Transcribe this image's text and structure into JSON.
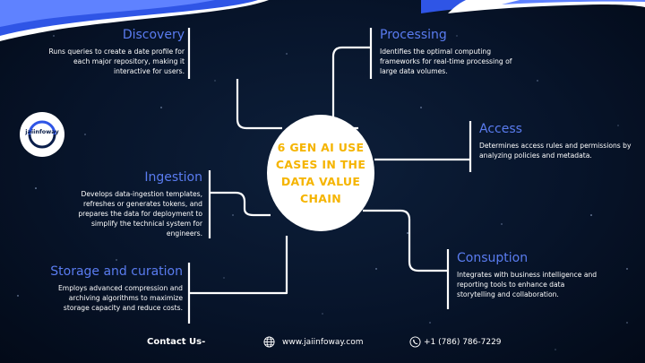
{
  "logo": {
    "text": "jaiinfoway"
  },
  "center": {
    "title": "6 GEN AI USE CASES IN THE DATA VALUE CHAIN"
  },
  "use_cases": {
    "discovery": {
      "title": "Discovery",
      "description": "Runs queries to create a date profile for each major repository, making it interactive for users."
    },
    "processing": {
      "title": "Processing",
      "description": "Identifies the optimal computing frameworks for real-time processing of large data volumes."
    },
    "access": {
      "title": "Access",
      "description": "Determines access rules and permissions by analyzing policies and metadata."
    },
    "ingestion": {
      "title": "Ingestion",
      "description": "Develops data-ingestion templates, refreshes or generates tokens, and prepares the data for deployment to simplify the technical system for engineers."
    },
    "consuption": {
      "title": "Consuption",
      "description": "Integrates with business intelligence and reporting tools to enhance data storytelling and collaboration."
    },
    "storage": {
      "title": "Storage and curation",
      "description": "Employs advanced compression and archiving algorithms to maximize storage capacity and reduce costs."
    }
  },
  "footer": {
    "contact_label": "Contact Us-",
    "website": "www.jaiinfoway.com",
    "phone": "+1 (786) 786-7229"
  },
  "colors": {
    "heading": "#5a7cf0",
    "accent": "#f5b400",
    "background": "#07142a",
    "connector": "#ffffff"
  },
  "icons": {
    "website": "globe-icon",
    "phone": "phone-icon"
  }
}
